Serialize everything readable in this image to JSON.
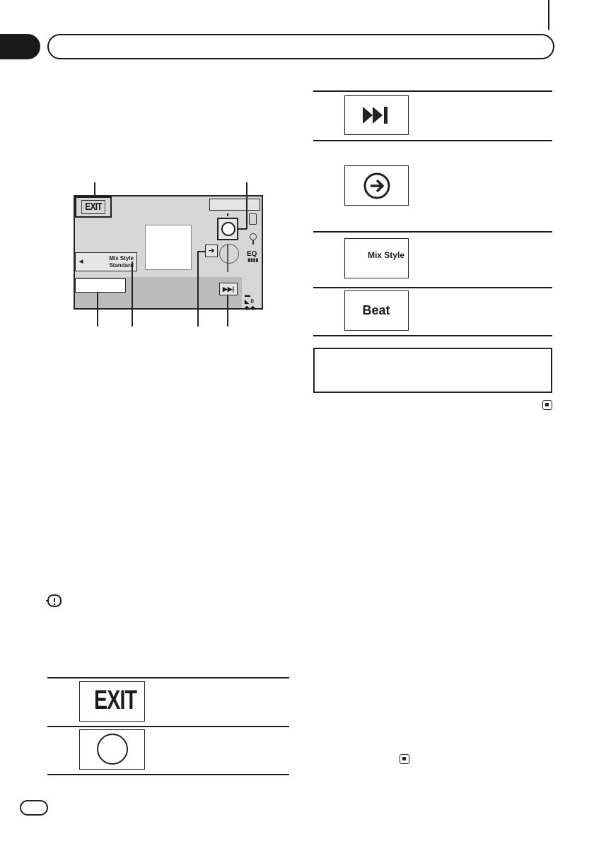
{
  "screen": {
    "exit_label": "EXIT",
    "mix_style_line1": "Mix Style",
    "mix_style_line2": "Standard",
    "eq_label": "EQ"
  },
  "table_right": {
    "rows": [
      {
        "button": "next-track"
      },
      {
        "button": "arrow-right"
      },
      {
        "button_label": "Mix Style"
      },
      {
        "button_label": "Beat"
      }
    ]
  },
  "table_left": {
    "exit_label": "EXIT"
  }
}
